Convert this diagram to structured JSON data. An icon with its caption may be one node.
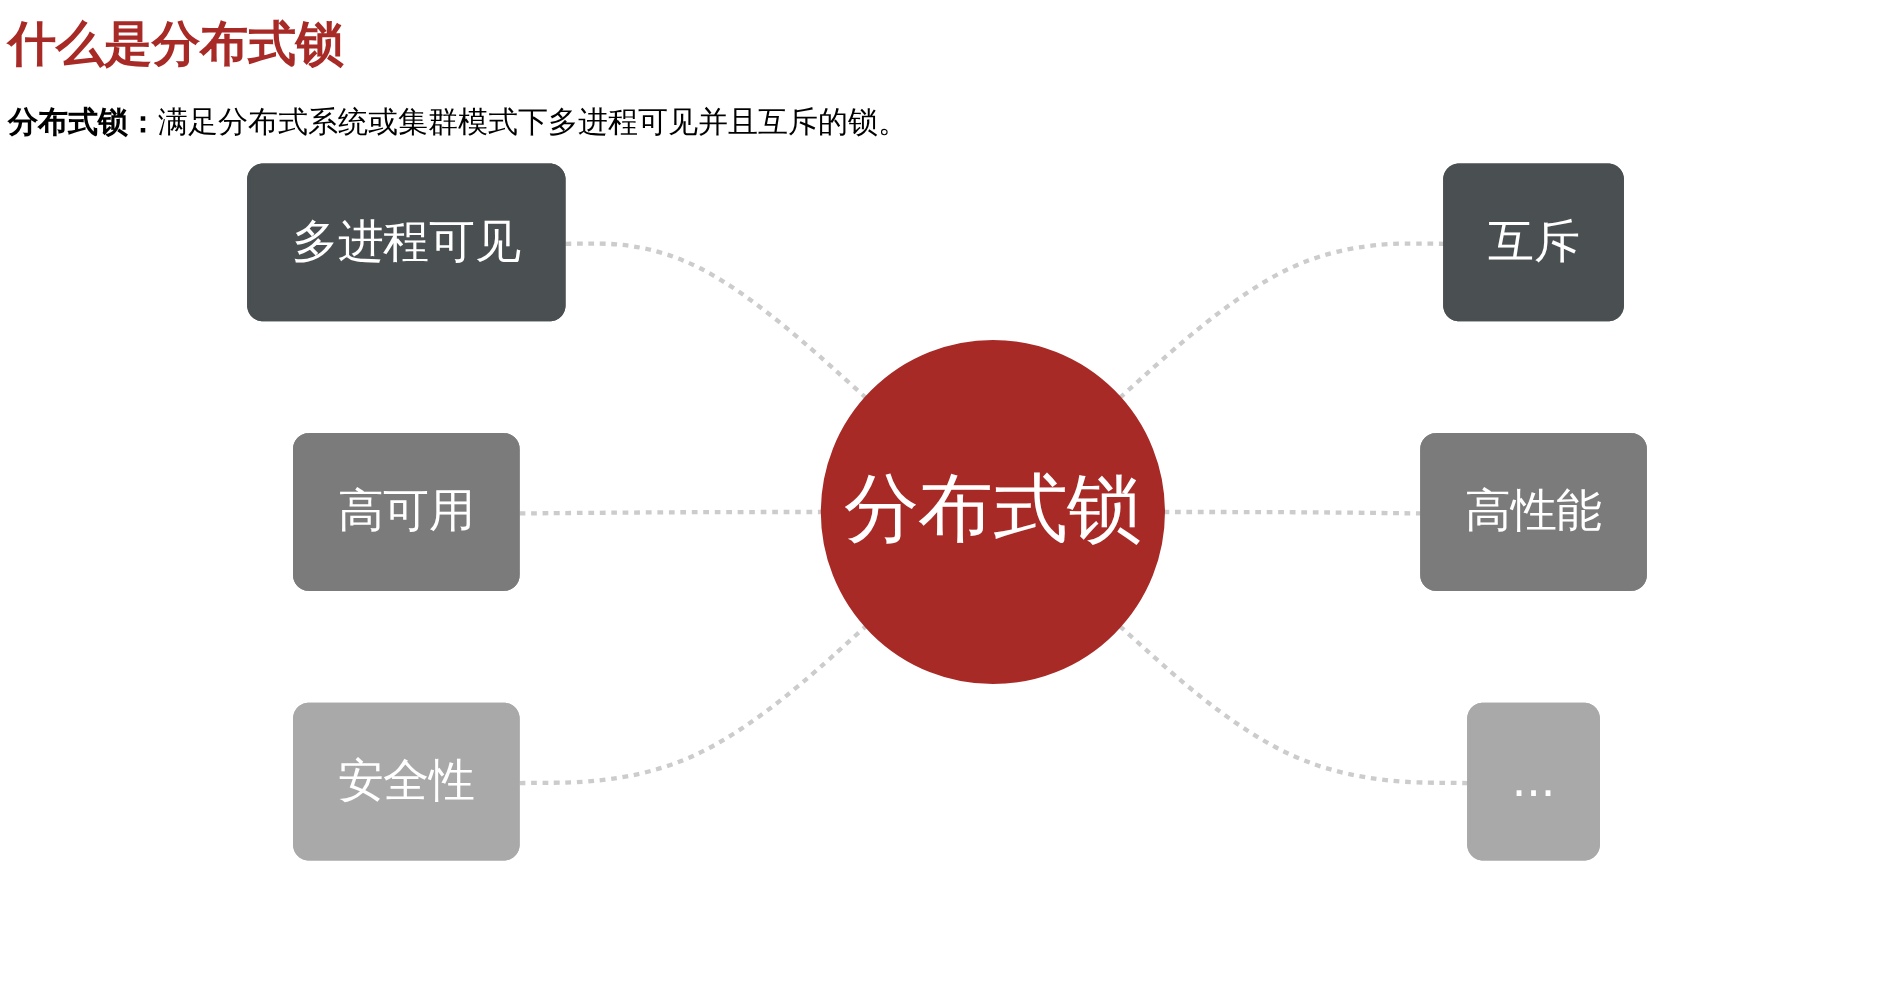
{
  "diagram": {
    "title": "什么是分布式锁",
    "nodes": [
      {
        "text": [
          "分布式锁"
        ]
      },
      {
        "text": [
          "多进程可见"
        ]
      },
      {
        "text": [
          "互斥"
        ]
      },
      {
        "text": [
          "高可用"
        ]
      },
      {
        "text": [
          "高性能"
        ]
      },
      {
        "text": [
          "安全性"
        ]
      },
      {
        "text": [
          "..."
        ]
      }
    ],
    "edges": [
      {
        "from": 1,
        "to": 0,
        "arrow": "none",
        "style": "dashed"
      },
      {
        "from": 0,
        "to": 2,
        "arrow": "none",
        "style": "dashed"
      },
      {
        "from": 3,
        "to": 0,
        "arrow": "none",
        "style": "dashed"
      },
      {
        "from": 0,
        "to": 4,
        "arrow": "none",
        "style": "dashed"
      },
      {
        "from": 5,
        "to": 0,
        "arrow": "none",
        "style": "dashed"
      },
      {
        "from": 0,
        "to": 6,
        "arrow": "none",
        "style": "dashed"
      }
    ],
    "labels": [
      "**分布式锁：**满足分布式系统或集群模式下多进程可见并且互斥的锁。"
    ]
  }
}
